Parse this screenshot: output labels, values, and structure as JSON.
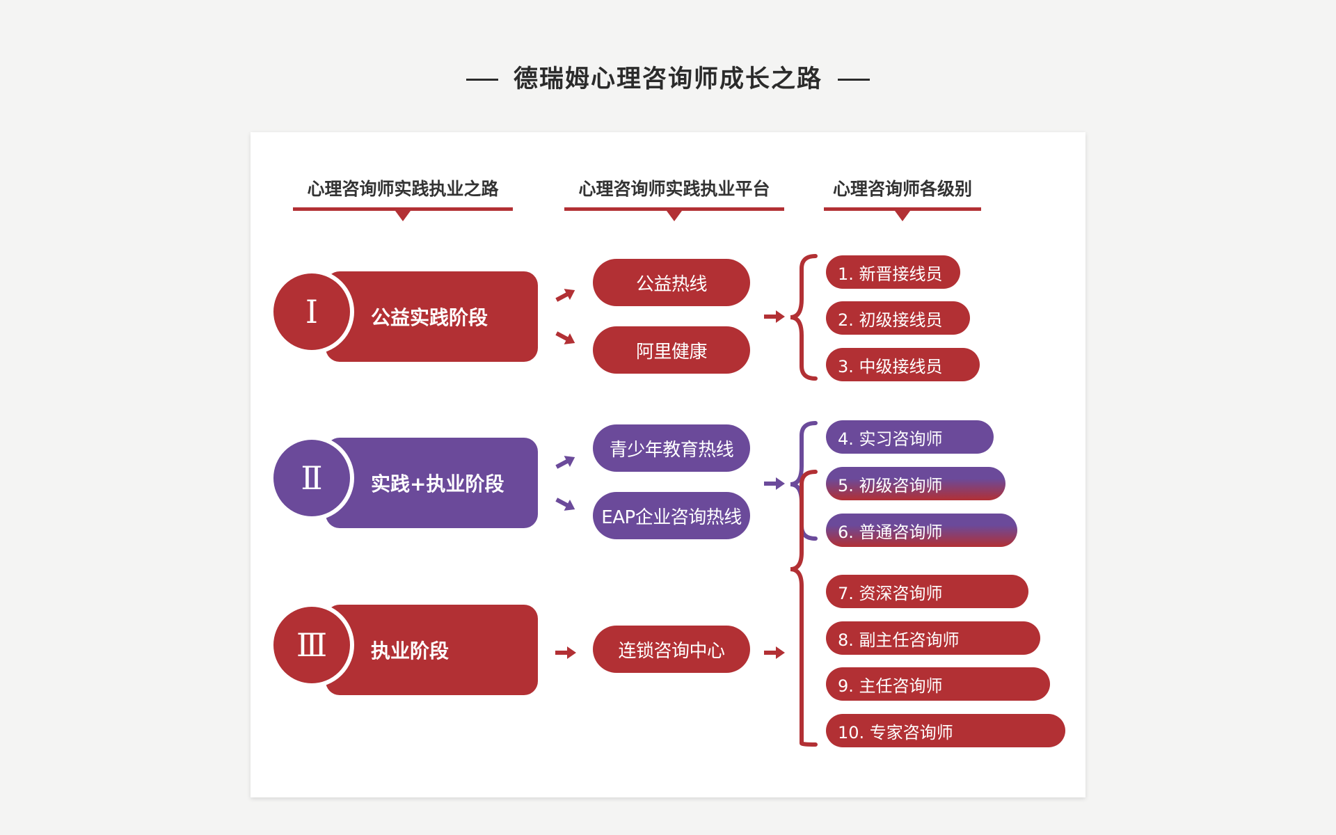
{
  "title": "德瑞姆心理咨询师成长之路",
  "colors": {
    "red": "#b23034",
    "purple": "#6b4a9a",
    "background": "#f4f4f3",
    "card": "#ffffff"
  },
  "columns": [
    "心理咨询师实践执业之路",
    "心理咨询师实践执业平台",
    "心理咨询师各级别"
  ],
  "stages": [
    {
      "numeral": "Ⅰ",
      "label": "公益实践阶段",
      "color": "red"
    },
    {
      "numeral": "Ⅱ",
      "label": "实践+执业阶段",
      "color": "purple"
    },
    {
      "numeral": "Ⅲ",
      "label": "执业阶段",
      "color": "red"
    }
  ],
  "platforms": [
    {
      "label": "公益热线",
      "stage": 1,
      "color": "red"
    },
    {
      "label": "阿里健康",
      "stage": 1,
      "color": "red"
    },
    {
      "label": "青少年教育热线",
      "stage": 2,
      "color": "purple"
    },
    {
      "label": "EAP企业咨询热线",
      "stage": 2,
      "color": "purple"
    },
    {
      "label": "连锁咨询中心",
      "stage": 3,
      "color": "red"
    }
  ],
  "levels": [
    {
      "label": "1. 新晋接线员",
      "color": "red"
    },
    {
      "label": "2. 初级接线员",
      "color": "red"
    },
    {
      "label": "3. 中级接线员",
      "color": "red"
    },
    {
      "label": "4. 实习咨询师",
      "color": "purple"
    },
    {
      "label": "5. 初级咨询师",
      "color": "purple-red"
    },
    {
      "label": "6. 普通咨询师",
      "color": "purple-red"
    },
    {
      "label": "7. 资深咨询师",
      "color": "red"
    },
    {
      "label": "8. 副主任咨询师",
      "color": "red"
    },
    {
      "label": "9. 主任咨询师",
      "color": "red"
    },
    {
      "label": "10. 专家咨询师",
      "color": "red"
    }
  ],
  "arrow_icon": "right-arrow-icon",
  "brace_icon": "curly-brace-icon"
}
